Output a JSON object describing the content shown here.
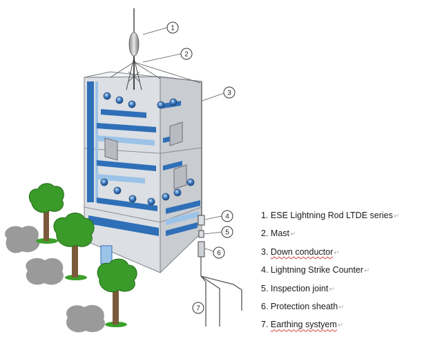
{
  "colors": {
    "facade_front": "#dcdfe3",
    "facade_side": "#c9ccd1",
    "roof": "#f2f3f4",
    "accent_blue": "#2f6fb8",
    "light_blue": "#9cc3e8",
    "tree_foliage": "#3a9a2a",
    "tree_trunk": "#7a5a3a",
    "grass": "#3aa02a",
    "shadow": "#9a9a9a"
  },
  "callouts": [
    "1",
    "2",
    "3",
    "4",
    "5",
    "6",
    "7"
  ],
  "legend": [
    {
      "number": "1.",
      "text": "ESE Lightning Rod LTDE series"
    },
    {
      "number": "2.",
      "text": "Mast"
    },
    {
      "number": "3.",
      "text": "Down conductor"
    },
    {
      "number": "4.",
      "text": "Lightning Strike Counter"
    },
    {
      "number": "5.",
      "text": "Inspection joint"
    },
    {
      "number": "6.",
      "text": "Protection sheath"
    },
    {
      "number": "7.",
      "text": "Earthing systyem"
    }
  ],
  "icons": [
    "lightning-rod-icon",
    "building-icon",
    "tree-icon",
    "return-mark-icon"
  ]
}
